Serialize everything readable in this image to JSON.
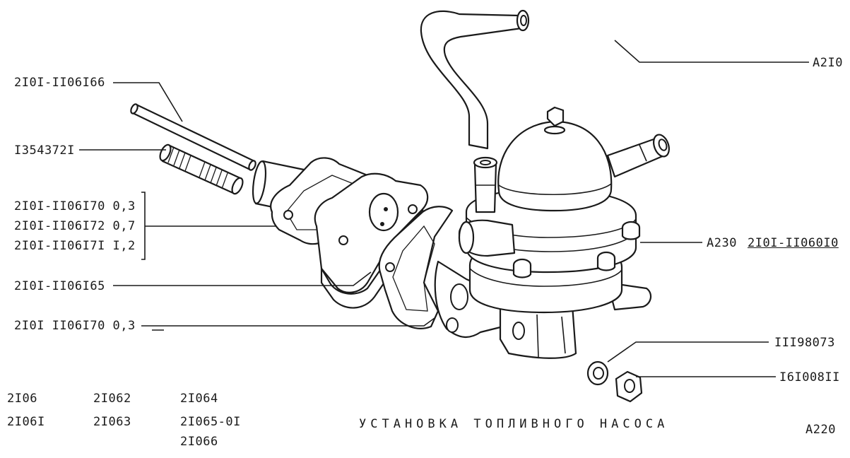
{
  "callouts": {
    "hose": "A2I0",
    "rod": "2I0I-II06I66",
    "stud": "I354372I",
    "gasket_03": "2I0I-II06I70 0,3",
    "gasket_07": "2I0I-II06I72 0,7",
    "gasket_12": "2I0I-II06I7I I,2",
    "spacer": "2I0I-II06I65",
    "gasket_last": "2I0I II06I70 0,3",
    "pump_ref": "A230",
    "pump_part": "2I0I-II060I0",
    "washer": "III98073",
    "nut": "I6I008II"
  },
  "models": {
    "col1": [
      "2I06",
      "2I06I"
    ],
    "col2": [
      "2I062",
      "2I063"
    ],
    "col3": [
      "2I064",
      "2I065-0I",
      "2I066"
    ]
  },
  "title": "УСТАНОВКА ТОПЛИВНОГО НАСОСА",
  "page_ref": "A220"
}
